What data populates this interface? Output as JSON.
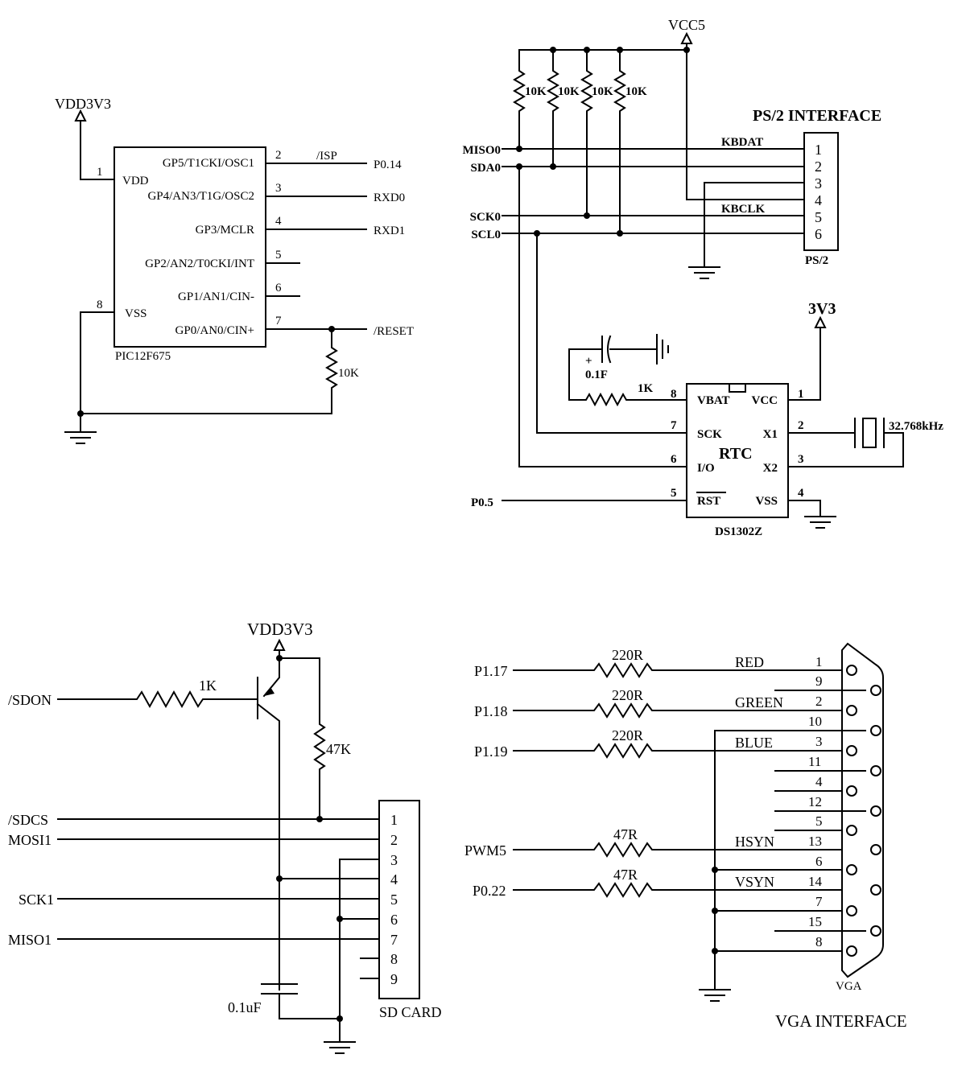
{
  "pic": {
    "supply": "VDD3V3",
    "pin1": "1",
    "vdd": "VDD",
    "pin8": "8",
    "vss": "VSS",
    "name": "PIC12F675",
    "lines": [
      {
        "pin": "2",
        "func": "GP5/T1CKI/OSC1",
        "net": "/ISP",
        "target": "P0.14"
      },
      {
        "pin": "3",
        "func": "GP4/AN3/T1G/OSC2",
        "target": "RXD0"
      },
      {
        "pin": "4",
        "func": "GP3/MCLR",
        "target": "RXD1"
      },
      {
        "pin": "5",
        "func": "GP2/AN2/T0CKI/INT"
      },
      {
        "pin": "6",
        "func": "GP1/AN1/CIN-"
      },
      {
        "pin": "7",
        "func": "GP0/AN0/CIN+",
        "target": "/RESET"
      }
    ],
    "resistor": "10K"
  },
  "ps2": {
    "supply": "VCC5",
    "resistors": [
      "10K",
      "10K",
      "10K",
      "10K"
    ],
    "title": "PS/2 INTERFACE",
    "signals": [
      "MISO0",
      "SDA0",
      "SCK0",
      "SCL0"
    ],
    "kbdat": "KBDAT",
    "kbclk": "KBCLK",
    "pins": [
      "1",
      "2",
      "3",
      "4",
      "5",
      "6"
    ],
    "name": "PS/2"
  },
  "rtc": {
    "supply": "3V3",
    "cap_plus": "+",
    "cap": "0.1F",
    "resistor": "1K",
    "left_pins": [
      {
        "num": "8",
        "func": "VBAT"
      },
      {
        "num": "7",
        "func": "SCK"
      },
      {
        "num": "6",
        "func": "I/O"
      },
      {
        "num": "5",
        "func": "RST"
      }
    ],
    "right_pins": [
      {
        "num": "1",
        "func": "VCC"
      },
      {
        "num": "2",
        "func": "X1"
      },
      {
        "num": "3",
        "func": "X2"
      },
      {
        "num": "4",
        "func": "VSS"
      }
    ],
    "label": "RTC",
    "name": "DS1302Z",
    "crystal": "32.768kHz",
    "reset_net": "P0.5"
  },
  "sd": {
    "supply": "VDD3V3",
    "sdon": "/SDON",
    "r1": "1K",
    "r2": "47K",
    "signals": [
      {
        "net": "/SDCS"
      },
      {
        "net": "MOSI1"
      },
      {
        "net": "SCK1"
      },
      {
        "net": "MISO1"
      }
    ],
    "pins": [
      "1",
      "2",
      "3",
      "4",
      "5",
      "6",
      "7",
      "8",
      "9"
    ],
    "cap": "0.1uF",
    "name": "SD CARD"
  },
  "vga": {
    "inputs": [
      {
        "net": "P1.17",
        "res": "220R",
        "sig": "RED"
      },
      {
        "net": "P1.18",
        "res": "220R",
        "sig": "GREEN"
      },
      {
        "net": "P1.19",
        "res": "220R",
        "sig": "BLUE"
      },
      {
        "net": "PWM5",
        "res": "47R",
        "sig": "HSYN"
      },
      {
        "net": "P0.22",
        "res": "47R",
        "sig": "VSYN"
      }
    ],
    "pins": [
      "1",
      "9",
      "2",
      "10",
      "3",
      "11",
      "4",
      "12",
      "5",
      "13",
      "6",
      "14",
      "7",
      "15",
      "8"
    ],
    "name": "VGA",
    "title": "VGA INTERFACE"
  }
}
